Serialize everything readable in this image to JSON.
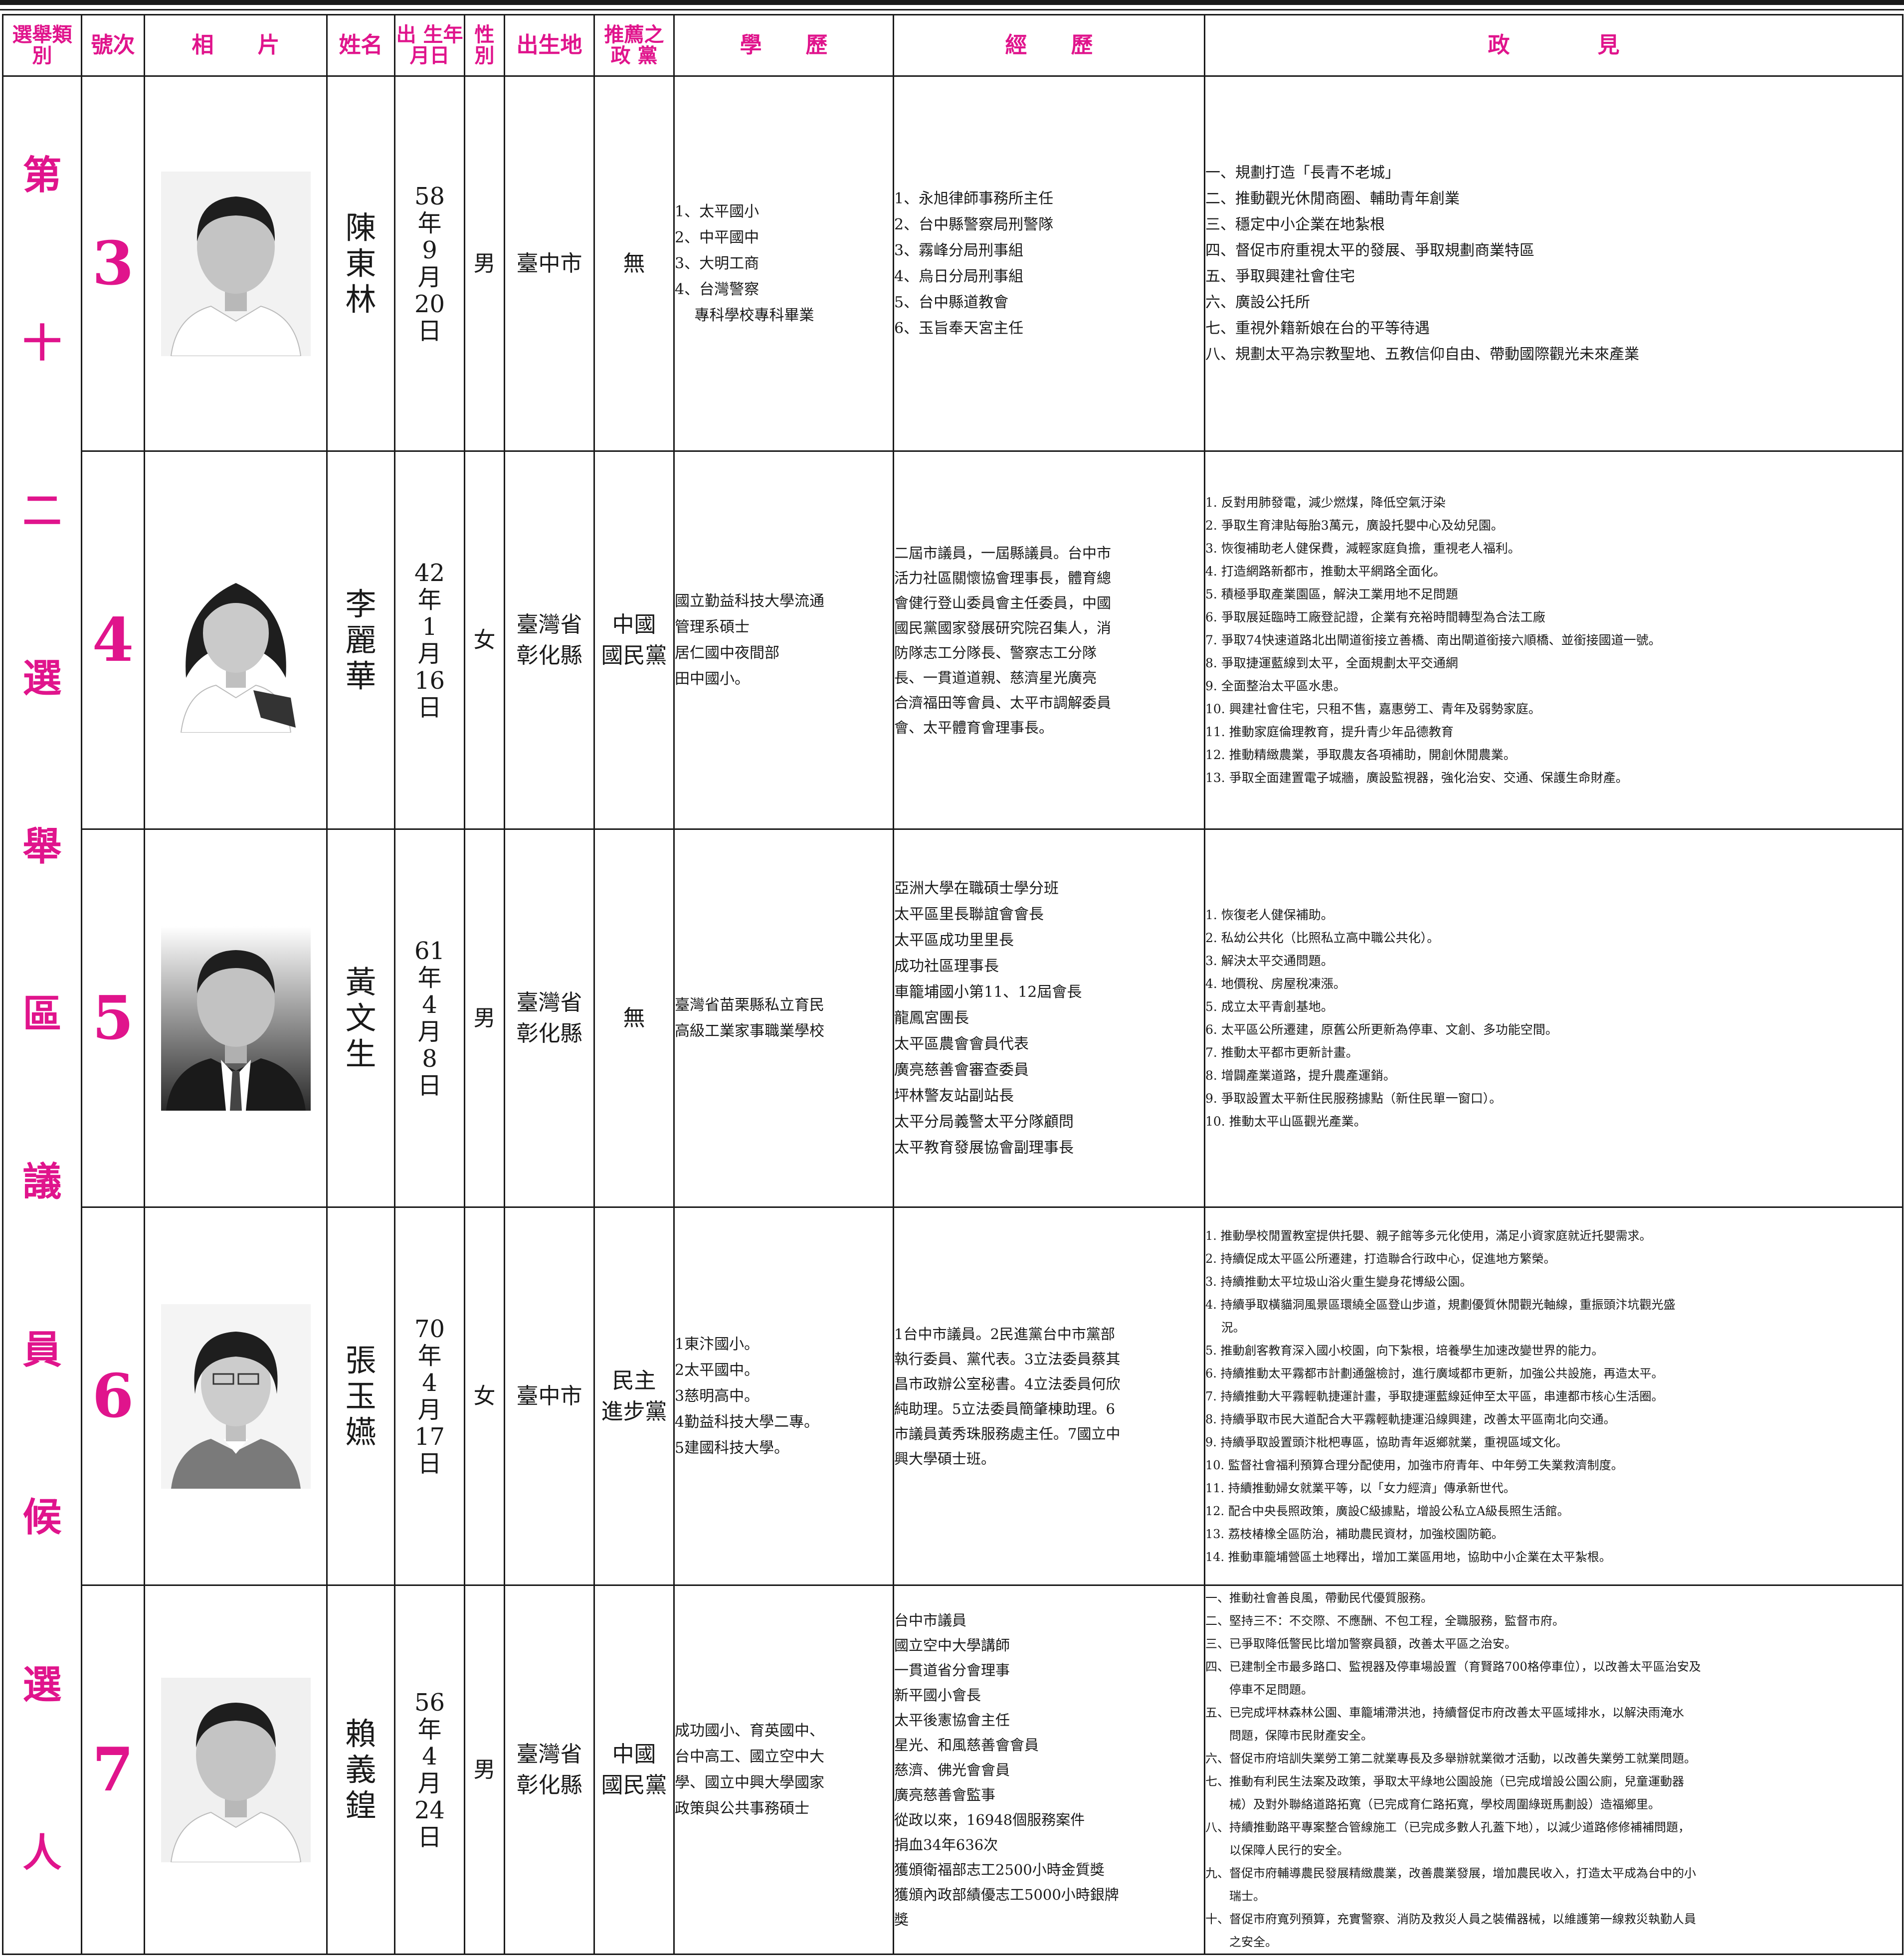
{
  "headers": {
    "category": "選舉類別",
    "number": "號次",
    "photo": "相　　片",
    "name": "姓名",
    "birth": "出 生年月日",
    "gender": "性別",
    "birthplace": "出生地",
    "party": "推薦之政 黨",
    "education": "學　　歷",
    "experience": "經　　歷",
    "policy": "政　　　　見"
  },
  "category": [
    "第",
    "十",
    "二",
    "選",
    "舉",
    "區",
    "議",
    "員",
    "候",
    "選",
    "人"
  ],
  "colors": {
    "accent": "#e0148c",
    "ink": "#1a1a1a"
  },
  "candidates": [
    {
      "number": "3",
      "name": [
        "陳",
        "東",
        "林"
      ],
      "birth": [
        "58",
        "年",
        "9",
        "月",
        "20",
        "日"
      ],
      "gender": "男",
      "birthplace": [
        "臺中市"
      ],
      "party": [
        "無"
      ],
      "education": [
        "1、太平國小",
        "2、中平國中",
        "3、大明工商",
        "4、台灣警察",
        "　 專科學校專科畢業"
      ],
      "experience": [
        "1、永旭律師事務所主任",
        "2、台中縣警察局刑警隊",
        "3、霧峰分局刑事組",
        "4、烏日分局刑事組",
        "5、台中縣道教會",
        "6、玉旨奉天宮主任"
      ],
      "policy": [
        "一、規劃打造「長青不老城」",
        "二、推動觀光休閒商圈、輔助青年創業",
        "三、穩定中小企業在地紮根",
        "四、督促市府重視太平的發展、爭取規劃商業特區",
        "五、爭取興建社會住宅",
        "六、廣設公托所",
        "七、重視外籍新娘在台的平等待遇",
        "八、規劃太平為宗教聖地、五教信仰自由、帶動國際觀光未來產業"
      ]
    },
    {
      "number": "4",
      "name": [
        "李",
        "麗",
        "華"
      ],
      "birth": [
        "42",
        "年",
        "1",
        "月",
        "16",
        "日"
      ],
      "gender": "女",
      "birthplace": [
        "臺灣省",
        "彰化縣"
      ],
      "party": [
        "中國",
        "國民黨"
      ],
      "education": [
        "國立勤益科技大學流通",
        "管理系碩士",
        "居仁國中夜間部",
        "田中國小。"
      ],
      "experience": [
        "二屆市議員，一屆縣議員。台中市",
        "活力社區關懷協會理事長，體育總",
        "會健行登山委員會主任委員，中國",
        "國民黨國家發展研究院召集人，消",
        "防隊志工分隊長、警察志工分隊",
        "長、一貫道道親、慈濟星光廣亮",
        "合濟福田等會員、太平市調解委員",
        "會、太平體育會理事長。"
      ],
      "policy": [
        "1. 反對用肺發電，減少燃煤，降低空氣汙染",
        "2. 爭取生育津貼每胎3萬元，廣設托嬰中心及幼兒園。",
        "3. 恢復補助老人健保費，減輕家庭負擔，重視老人福利。",
        "4. 打造網路新都市，推動太平網路全面化。",
        "5. 積極爭取產業園區，解決工業用地不足問題",
        "6. 爭取展延臨時工廠登記證，企業有充裕時間轉型為合法工廠",
        "7. 爭取74快速道路北出閘道銜接立善橋、南出閘道銜接六順橋、並銜接國道一號。",
        "8. 爭取捷運藍線到太平，全面規劃太平交通網",
        "9. 全面整治太平區水患。",
        "10. 興建社會住宅，只租不售，嘉惠勞工、青年及弱勢家庭。",
        "11. 推動家庭倫理教育，提升青少年品德教育",
        "12. 推動精緻農業，爭取農友各項補助，開創休閒農業。",
        "13. 爭取全面建置電子城牆，廣設監視器，強化治安、交通、保護生命財產。"
      ]
    },
    {
      "number": "5",
      "name": [
        "黃",
        "文",
        "生"
      ],
      "birth": [
        "61",
        "年",
        "4",
        "月",
        "8",
        "日"
      ],
      "gender": "男",
      "birthplace": [
        "臺灣省",
        "彰化縣"
      ],
      "party": [
        "無"
      ],
      "education": [
        "臺灣省苗栗縣私立育民",
        "高級工業家事職業學校"
      ],
      "experience": [
        "亞洲大學在職碩士學分班",
        "太平區里長聯誼會會長",
        "太平區成功里里長",
        "成功社區理事長",
        "車籠埔國小第11、12屆會長",
        "龍鳳宮團長",
        "太平區農會會員代表",
        "廣亮慈善會審查委員",
        "坪林警友站副站長",
        "太平分局義警太平分隊顧問",
        "太平教育發展協會副理事長"
      ],
      "policy": [
        "1. 恢復老人健保補助。",
        "2. 私幼公共化（比照私立高中職公共化）。",
        "3. 解決太平交通問題。",
        "4. 地價稅、房屋稅凍漲。",
        "5. 成立太平青創基地。",
        "6. 太平區公所遷建，原舊公所更新為停車、文創、多功能空間。",
        "7. 推動太平都市更新計畫。",
        "8. 增闢產業道路，提升農產運銷。",
        "9. 爭取設置太平新住民服務據點（新住民單一窗口）。",
        "10. 推動太平山區觀光產業。"
      ]
    },
    {
      "number": "6",
      "name": [
        "張",
        "玉",
        "嬿"
      ],
      "birth": [
        "70",
        "年",
        "4",
        "月",
        "17",
        "日"
      ],
      "gender": "女",
      "birthplace": [
        "臺中市"
      ],
      "party": [
        "民主",
        "進步黨"
      ],
      "education": [
        "1東汴國小。",
        "2太平國中。",
        "3慈明高中。",
        "4勤益科技大學二專。",
        "5建國科技大學。"
      ],
      "experience": [
        "1台中市議員。2民進黨台中市黨部",
        "執行委員、黨代表。3立法委員蔡其",
        "昌市政辦公室秘書。4立法委員何欣",
        "純助理。5立法委員簡肇棟助理。6",
        "市議員黃秀珠服務處主任。7國立中",
        "興大學碩士班。"
      ],
      "policy": [
        "1. 推動學校閒置教室提供托嬰、親子館等多元化使用，滿足小資家庭就近托嬰需求。",
        "2. 持續促成太平區公所遷建，打造聯合行政中心，促進地方繁榮。",
        "3. 持續推動太平垃圾山浴火重生變身花博級公園。",
        "4. 持續爭取橫貓洞風景區環繞全區登山步道，規劃優質休閒觀光軸線，重振頭汴坑觀光盛",
        "　 況。",
        "5. 推動創客教育深入國小校園，向下紮根，培養學生加速改變世界的能力。",
        "6. 持續推動太平霧都市計劃通盤檢討，進行廣域都市更新，加強公共設施，再造太平。",
        "7. 持續推動大平霧輕軌捷運計畫，爭取捷運藍線延伸至太平區，串連都市核心生活圈。",
        "8. 持續爭取市民大道配合大平霧輕軌捷運沿線興建，改善太平區南北向交通。",
        "9. 持續爭取設置頭汴枇杷專區，協助青年返鄉就業，重視區域文化。",
        "10. 監督社會福利預算合理分配使用，加強市府青年、中年勞工失業救濟制度。",
        "11. 持續推動婦女就業平等，以「女力經濟」傳承新世代。",
        "12. 配合中央長照政策，廣設C級據點，增設公私立A級長照生活館。",
        "13. 荔枝椿橡全區防治，補助農民資材，加強校園防範。",
        "14. 推動車籠埔營區土地釋出，增加工業區用地，協助中小企業在太平紮根。"
      ]
    },
    {
      "number": "7",
      "name": [
        "賴",
        "義",
        "鍠"
      ],
      "birth": [
        "56",
        "年",
        "4",
        "月",
        "24",
        "日"
      ],
      "gender": "男",
      "birthplace": [
        "臺灣省",
        "彰化縣"
      ],
      "party": [
        "中國",
        "國民黨"
      ],
      "education": [
        "成功國小、育英國中、",
        "台中高工、國立空中大",
        "學、國立中興大學國家",
        "政策與公共事務碩士"
      ],
      "experience": [
        "台中市議員",
        "國立空中大學講師",
        "一貫道省分會理事",
        "新平國小會長",
        "太平後憲協會主任",
        "星光、和風慈善會會員",
        "慈濟、佛光會會員",
        "廣亮慈善會監事",
        "從政以來，16948個服務案件",
        "捐血34年636次",
        "獲頒衛福部志工2500小時金質獎",
        "獲頒內政部績優志工5000小時銀牌",
        "獎"
      ],
      "policy": [
        "一、推動社會善良風，帶動民代優質服務。",
        "二、堅持三不：不交際、不應酬、不包工程，全職服務，監督市府。",
        "三、已爭取降低警民比增加警察員額，改善太平區之治安。",
        "四、已建制全市最多路口、監視器及停車場設置（育賢路700格停車位），以改善太平區治安及",
        "　　停車不足問題。",
        "五、已完成坪林森林公園、車籠埔滯洪池，持續督促市府改善太平區域排水，以解決雨淹水",
        "　　問題，保障市民財產安全。",
        "六、督促市府培訓失業勞工第二就業專長及多舉辦就業徵才活動，以改善失業勞工就業問題。",
        "七、推動有利民生法案及政策，爭取太平綠地公園設施（已完成增設公園公廁，兒童運動器",
        "　　械）及對外聯絡道路拓寬（已完成育仁路拓寬，學校周圍綠斑馬劃設）造福鄉里。",
        "八、持續推動路平專案整合管線施工（已完成多數人孔蓋下地），以減少道路修修補補問題，",
        "　　以保障人民行的安全。",
        "九、督促市府輔導農民發展精緻農業，改善農業發展，增加農民收入，打造太平成為台中的小",
        "　　瑞士。",
        "十、督促市府寬列預算，充實警察、消防及救災人員之裝備器械，以維護第一線救災執勤人員",
        "　　之安全。"
      ]
    }
  ]
}
